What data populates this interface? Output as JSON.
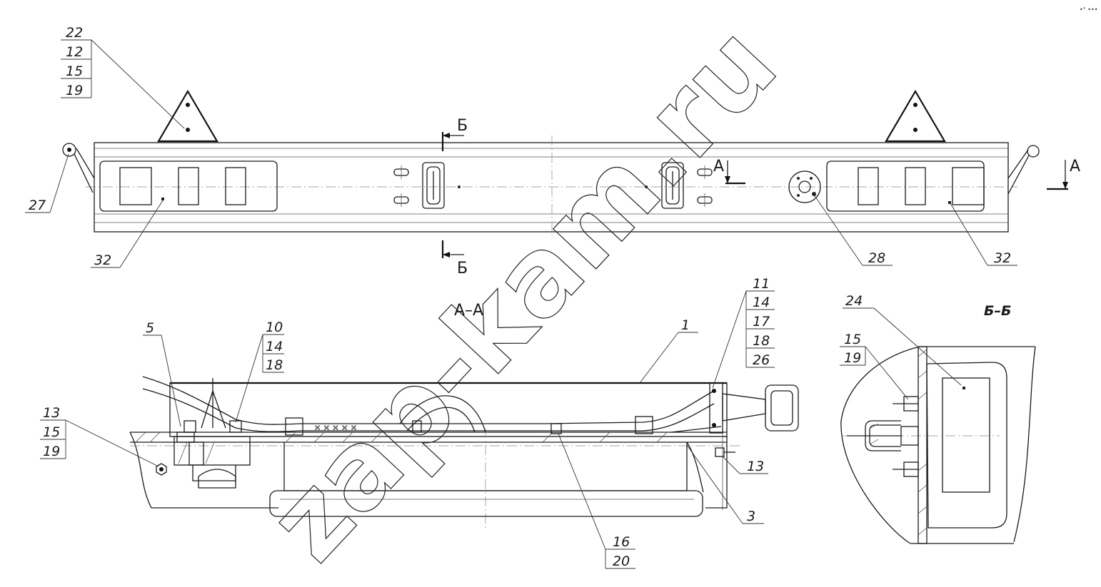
{
  "watermark": "zap-kam.ru",
  "corner_mark": "•° •••",
  "sections": {
    "aa_label": "А–А",
    "bb_label": "Б–Б",
    "cut_a": "А",
    "cut_b": "Б"
  },
  "callouts": {
    "c22": [
      "22",
      "12",
      "15",
      "19"
    ],
    "c27": "27",
    "c32_left": "32",
    "c32_right": "32",
    "c28": "28",
    "c5": "5",
    "c10": [
      "10",
      "14",
      "18"
    ],
    "c1": "1",
    "c11": [
      "11",
      "14",
      "17",
      "18",
      "26"
    ],
    "c13_left": [
      "13",
      "15",
      "19"
    ],
    "c13_right": "13",
    "c3": "3",
    "c16": [
      "16",
      "20"
    ],
    "c24": "24",
    "c15": [
      "15",
      "19"
    ]
  }
}
